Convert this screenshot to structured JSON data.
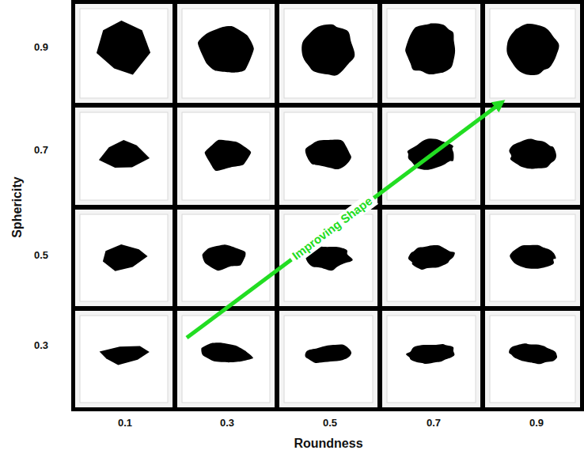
{
  "diagram": {
    "labels": [
      "0.9",
      "0.7",
      "0.5",
      "0.3",
      "0.1",
      "0.3",
      "0.5",
      "0.7",
      "0.9",
      "Sphericity",
      "Roundness",
      "Improving Shape"
    ]
  }
}
